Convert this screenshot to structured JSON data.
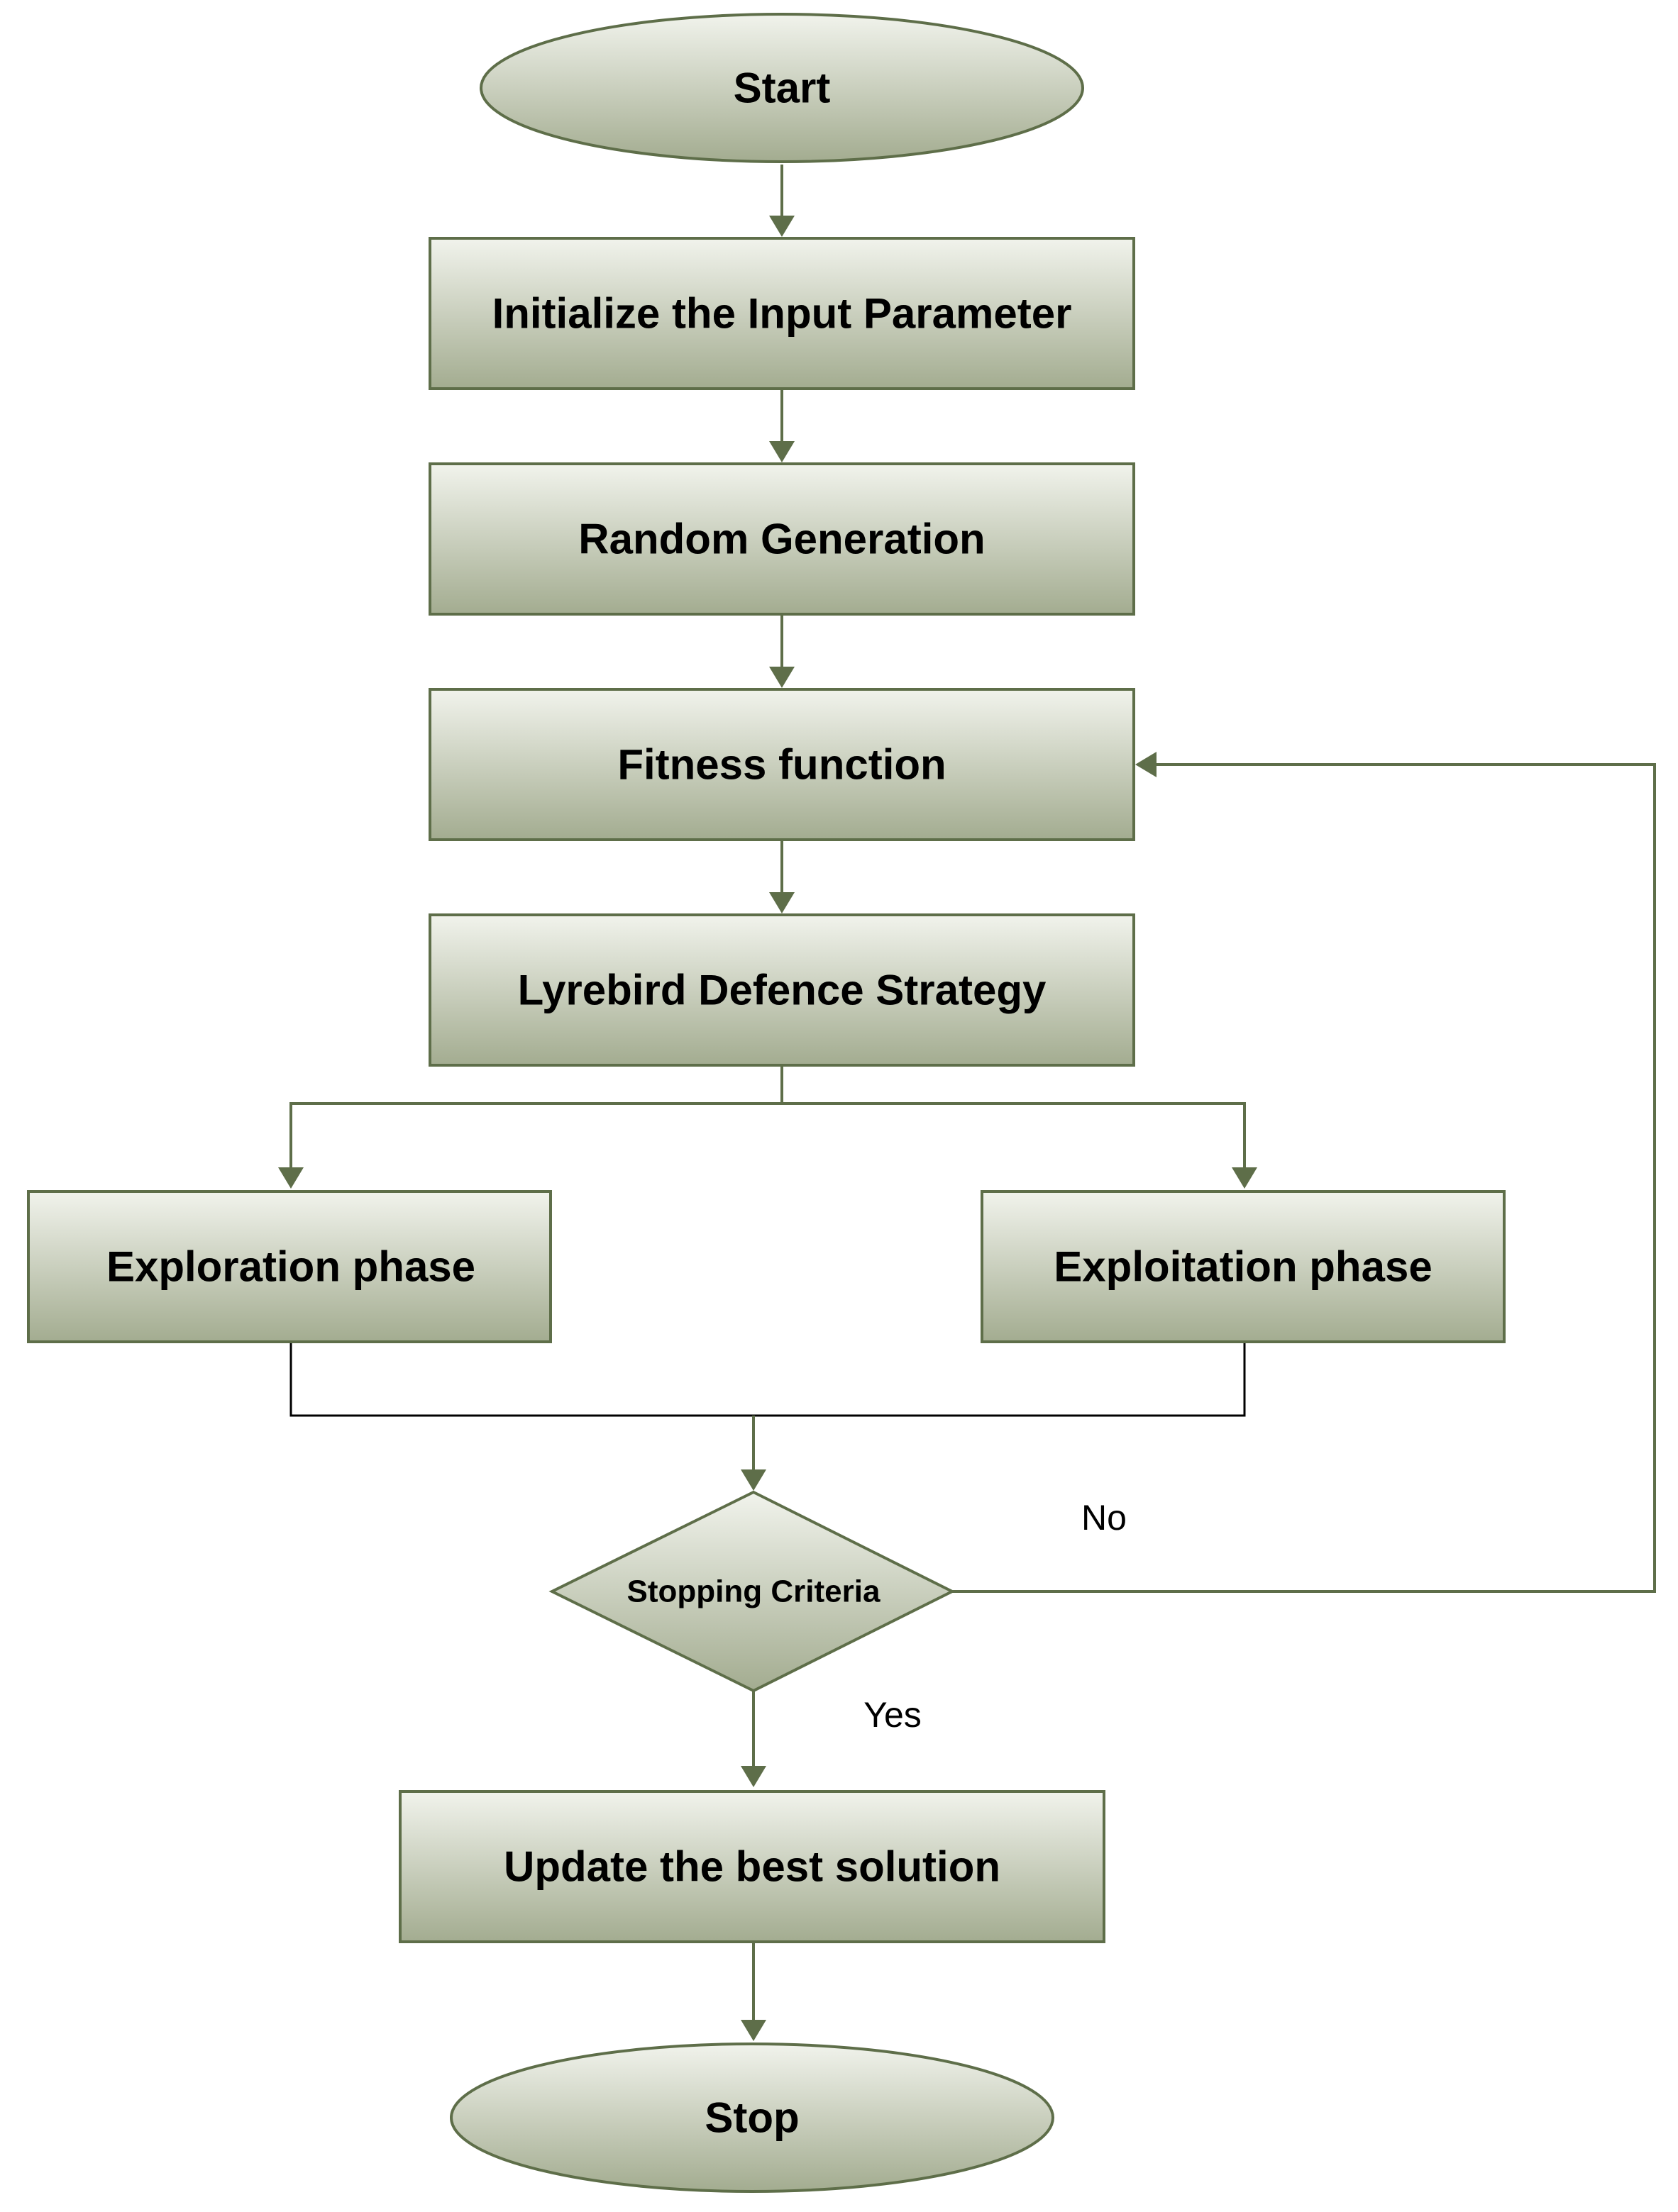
{
  "colors": {
    "node_fill_light": "#f1f3ec",
    "node_fill_dark": "#a3ac90",
    "node_border": "#5e6e49",
    "arrow": "#5e6e49",
    "merge_line": "#000000"
  },
  "nodes": {
    "start": "Start",
    "initialize": "Initialize the Input Parameter",
    "random_generation": "Random Generation",
    "fitness": "Fitness function",
    "lyrebird": "Lyrebird Defence Strategy",
    "exploration": "Exploration phase",
    "exploitation": "Exploitation phase",
    "stopping": "Stopping Criteria",
    "update": "Update the best solution",
    "stop": "Stop"
  },
  "edge_labels": {
    "no": "No",
    "yes": "Yes"
  }
}
